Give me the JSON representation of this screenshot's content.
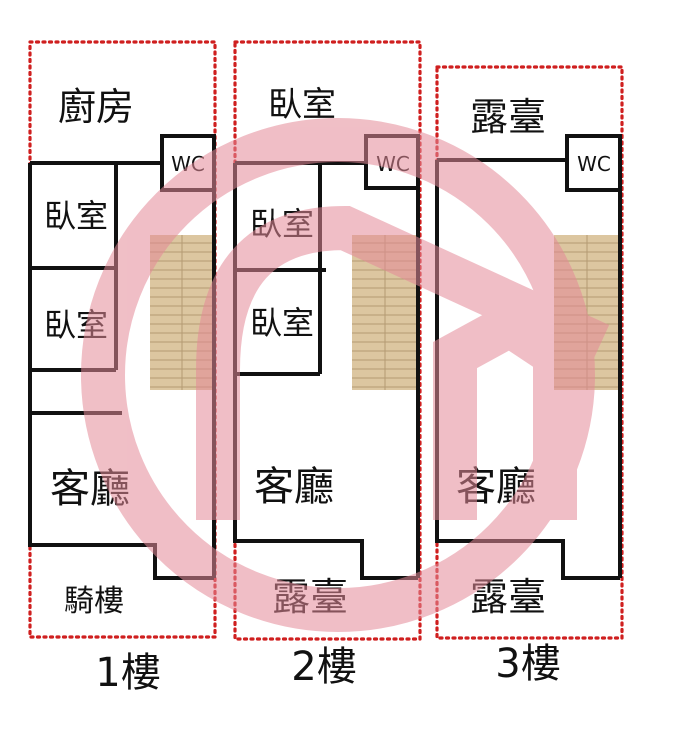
{
  "floors": [
    {
      "caption": "1樓",
      "top_zone": "廚房",
      "wc": "WC",
      "rooms": [
        "臥室",
        "臥室"
      ],
      "living": "客廳",
      "bottom_zone": "騎樓"
    },
    {
      "caption": "2樓",
      "top_zone": "臥室",
      "wc": "WC",
      "rooms": [
        "臥室",
        "臥室"
      ],
      "living": "客廳",
      "bottom_zone": "露臺"
    },
    {
      "caption": "3樓",
      "top_zone": "露臺",
      "wc": "WC",
      "living": "客廳",
      "bottom_zone": "露臺"
    }
  ],
  "colors": {
    "wall": "#111111",
    "outdoor_boundary": "#cf1f1f",
    "stair": "#dcc6a0",
    "watermark": "#e48a98"
  },
  "watermark_icon": "house-in-circle-logo-icon"
}
